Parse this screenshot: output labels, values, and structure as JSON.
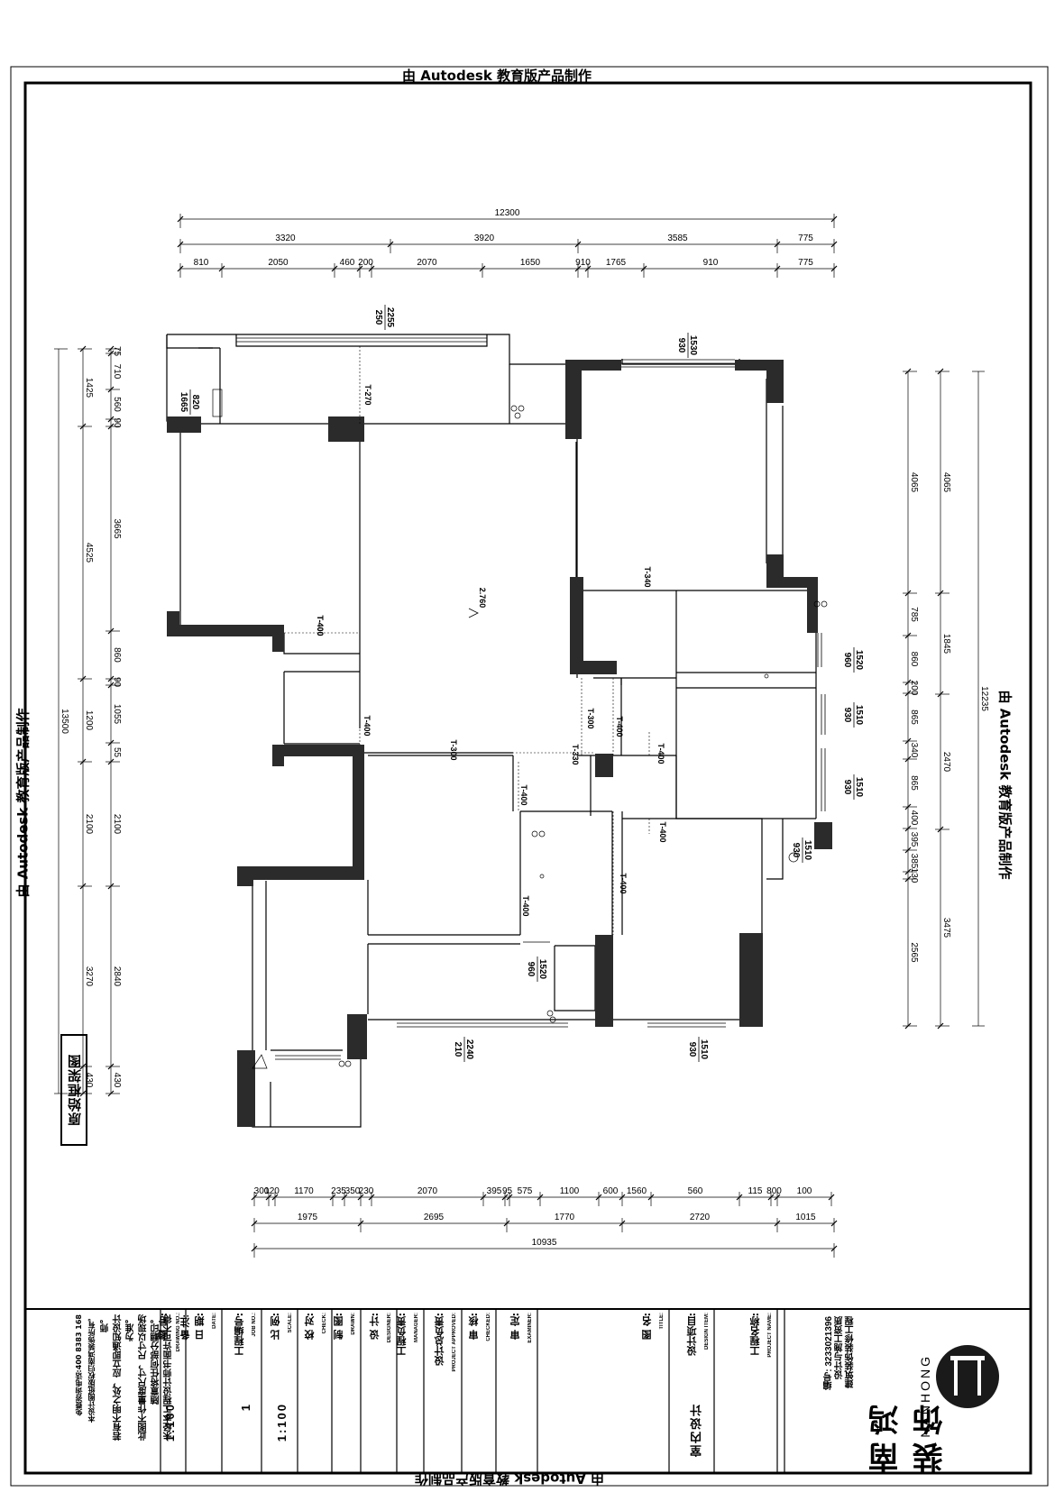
{
  "watermark": "由 Autodesk 教育版产品制作",
  "drawing_title": "原始框架图",
  "dims": {
    "top_total": "12300",
    "top_segments": [
      "3320",
      "3920",
      "3585",
      "775"
    ],
    "top_sub": [
      "810",
      "2050",
      "460",
      "200",
      "2070",
      "1650",
      "910",
      "1765",
      "910",
      "775"
    ],
    "bottom_sub": [
      "300",
      "120",
      "1170",
      "235",
      "350",
      "230",
      "2070",
      "395",
      "95",
      "575",
      "1100",
      "600",
      "1560",
      "560",
      "115",
      "800",
      "100"
    ],
    "bottom_segments": [
      "1975",
      "2695",
      "1770",
      "2720",
      "1015"
    ],
    "bottom_total": "10935",
    "left_total": "13500",
    "left_outer": [
      "1425",
      "4525",
      "1200",
      "2100",
      "3270",
      "430"
    ],
    "left_inner": [
      "75",
      "710",
      "560",
      "90",
      "3665",
      "860",
      "90",
      "1055",
      "55",
      "2100",
      "2840",
      "430"
    ],
    "right_total": "12235",
    "right_outer": [
      "4065",
      "1845",
      "2470",
      "3475"
    ],
    "right_inner": [
      "4065",
      "785",
      "860",
      "200",
      "865",
      "340",
      "865",
      "400",
      "395",
      "385",
      "130",
      "2565"
    ]
  },
  "openings": {
    "top_left_win": [
      "2255",
      "250"
    ],
    "top_right_win": [
      "1530",
      "930"
    ],
    "small_left": [
      "820",
      "1665"
    ],
    "right_win1": [
      "1520",
      "960"
    ],
    "right_win2": [
      "1510",
      "930"
    ],
    "right_win3": [
      "1510",
      "930"
    ],
    "right_win4": [
      "1510",
      "930"
    ],
    "bath_win": [
      "1520",
      "960"
    ],
    "bottom_win": [
      "2240",
      "210"
    ],
    "bottom_right_win": [
      "1510",
      "930"
    ]
  },
  "beams": [
    "T-270",
    "T-340",
    "T-400",
    "T-400",
    "T-300",
    "T-300",
    "T-330",
    "T-400",
    "T-400",
    "T-400",
    "T-400",
    "T-400",
    "T-400",
    "T-400"
  ],
  "elevation": "2.760",
  "title_block": {
    "company_cn": "南鸿装饰",
    "company_en": "NANHONG",
    "slogan1": "建筑装饰装修工程",
    "slogan2": "设计与施工资质",
    "cert": "编号: 3233021396",
    "fields": [
      {
        "cn": "工程名称:",
        "en": "PROJECT NAME:",
        "value": ""
      },
      {
        "cn": "设计项目:",
        "en": "DESIGN ITEM:",
        "value": "室内设计"
      },
      {
        "cn": "图 名:",
        "en": "TITLE:",
        "value": ""
      },
      {
        "cn": "审 定:",
        "en": "EXAMINER:",
        "value": ""
      },
      {
        "cn": "审 核:",
        "en": "CHECKED:",
        "value": ""
      },
      {
        "cn": "设计总负责:",
        "en": "PROJECT APPROVED:",
        "value": ""
      },
      {
        "cn": "工程负责:",
        "en": "MANAGER:",
        "value": ""
      },
      {
        "cn": "设 计:",
        "en": "DESIGNER:",
        "value": ""
      },
      {
        "cn": "制 图:",
        "en": "DRAWN:",
        "value": ""
      },
      {
        "cn": "校 对:",
        "en": "CHECK:",
        "value": ""
      },
      {
        "cn": "比 例:",
        "en": "SCALE:",
        "value": "1:100"
      },
      {
        "cn": "工程编号:",
        "en": "JOB NO.:",
        "value": "1"
      },
      {
        "cn": "日 期:",
        "en": "DATE:",
        "value": ""
      },
      {
        "cn": "图 号:",
        "en": "DRAWING NO.:",
        "value": "1:100"
      }
    ],
    "notes_title": "备 注:",
    "notes": [
      "未经本工程设计师书面许可不得",
      "随意将任何部分翻印。",
      "此图不作量度尺寸，尺寸以现场",
      "为准。",
      "若有不明之处，应立即通知设计",
      "师。",
      "本设计图纸版权归南鸿装饰所有。",
      "免费咨询电话:400 8383 168"
    ]
  }
}
